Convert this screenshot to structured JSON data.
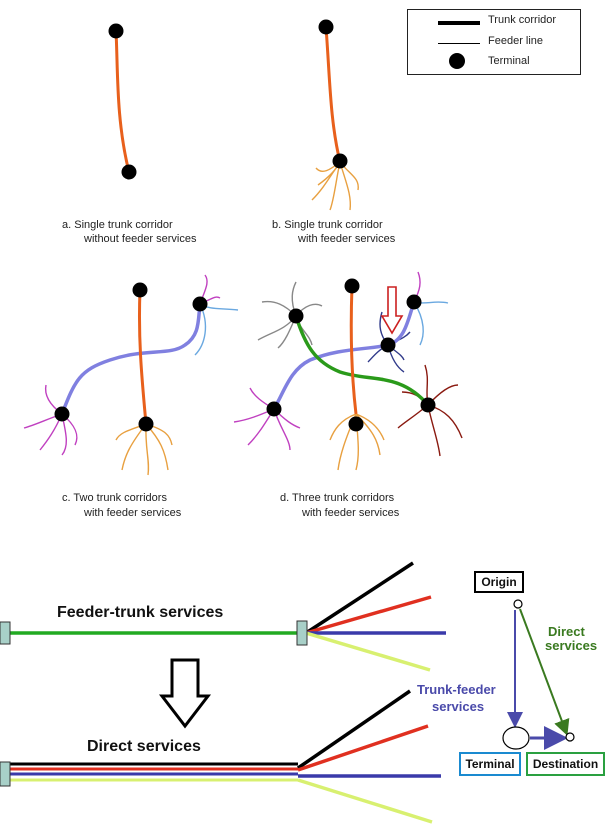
{
  "legend": {
    "trunk": "Trunk corridor",
    "feeder": "Feeder line",
    "terminal": "Terminal"
  },
  "panels": {
    "a": {
      "line1": "a.    Single trunk corridor",
      "line2": "without feeder services"
    },
    "b": {
      "line1": "b.    Single trunk corridor",
      "line2": "with feeder services"
    },
    "c": {
      "line1": "c.    Two  trunk corridors",
      "line2": "with  feeder services"
    },
    "d": {
      "line1": "d.    Three  trunk corridors",
      "line2": "with  feeder services"
    }
  },
  "bottom": {
    "feeder_trunk": "Feeder-trunk services",
    "direct": "Direct services",
    "origin": "Origin",
    "direct_label_1": "Direct",
    "direct_label_2": "services",
    "trunk_feeder_1": "Trunk-feeder",
    "trunk_feeder_2": "services",
    "terminal": "Terminal",
    "destination": "Destination"
  },
  "colors": {
    "trunk_orange": "#e8601c",
    "purple_trunk": "#8080e0",
    "green_trunk": "#2a9a1a",
    "feeder_gold": "#e8a040",
    "feeder_magenta": "#c040c0",
    "feeder_light_blue": "#6aa8e0",
    "feeder_gray": "#888888",
    "feeder_navy": "#303a8a",
    "feeder_maroon": "#8a1a10",
    "arrow_red": "#cc2020",
    "line_green": "#22aa22",
    "line_black": "#000000",
    "line_red": "#e03020",
    "line_blue": "#3a3aaa",
    "line_yellow": "#d8f070",
    "origin_border": "#000000",
    "terminal_border": "#1a8ad0",
    "destination_border": "#2aa040",
    "direct_text": "#3a7a20",
    "trunk_feeder_text": "#4a4aaa"
  }
}
